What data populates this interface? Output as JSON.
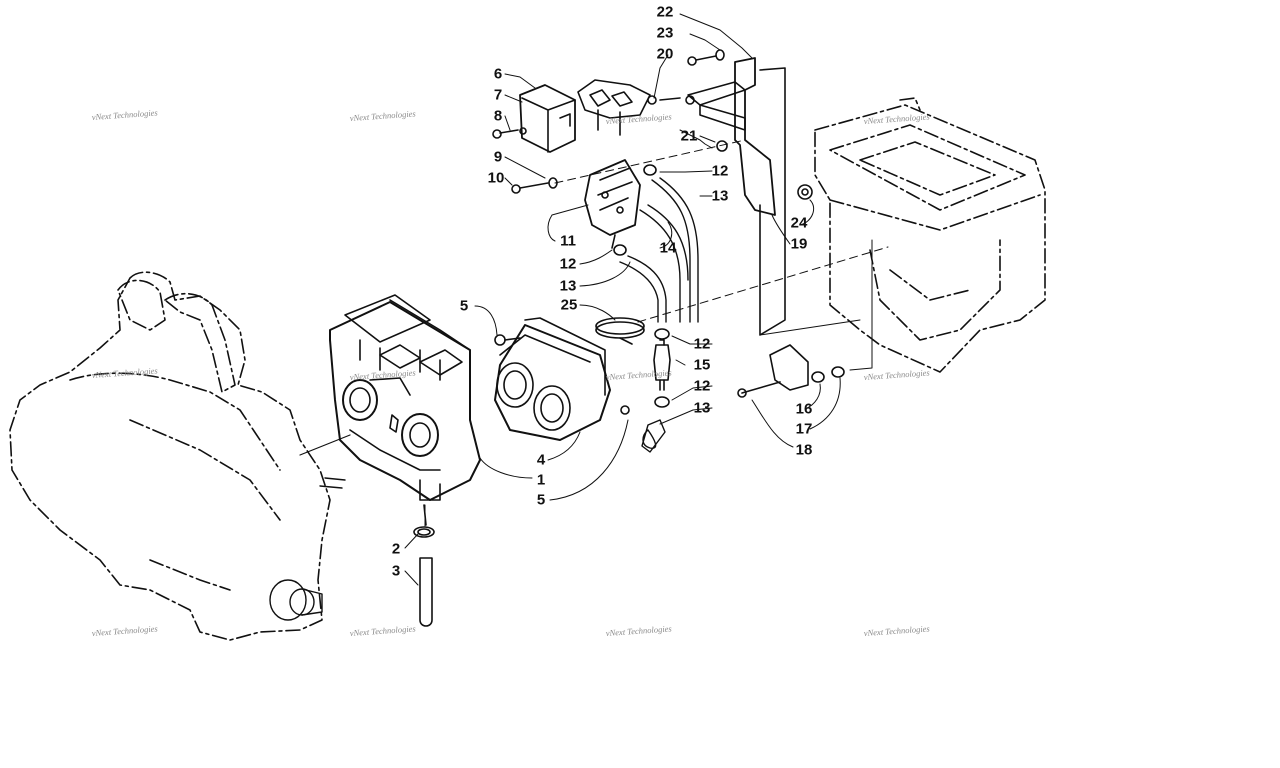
{
  "diagram": {
    "callouts": [
      "1",
      "2",
      "3",
      "4",
      "5",
      "5",
      "6",
      "7",
      "8",
      "9",
      "10",
      "11",
      "12",
      "12",
      "12",
      "12",
      "13",
      "13",
      "13",
      "14",
      "15",
      "16",
      "17",
      "18",
      "19",
      "20",
      "21",
      "22",
      "23",
      "24",
      "25"
    ],
    "watermark": "vNext Technologies"
  }
}
